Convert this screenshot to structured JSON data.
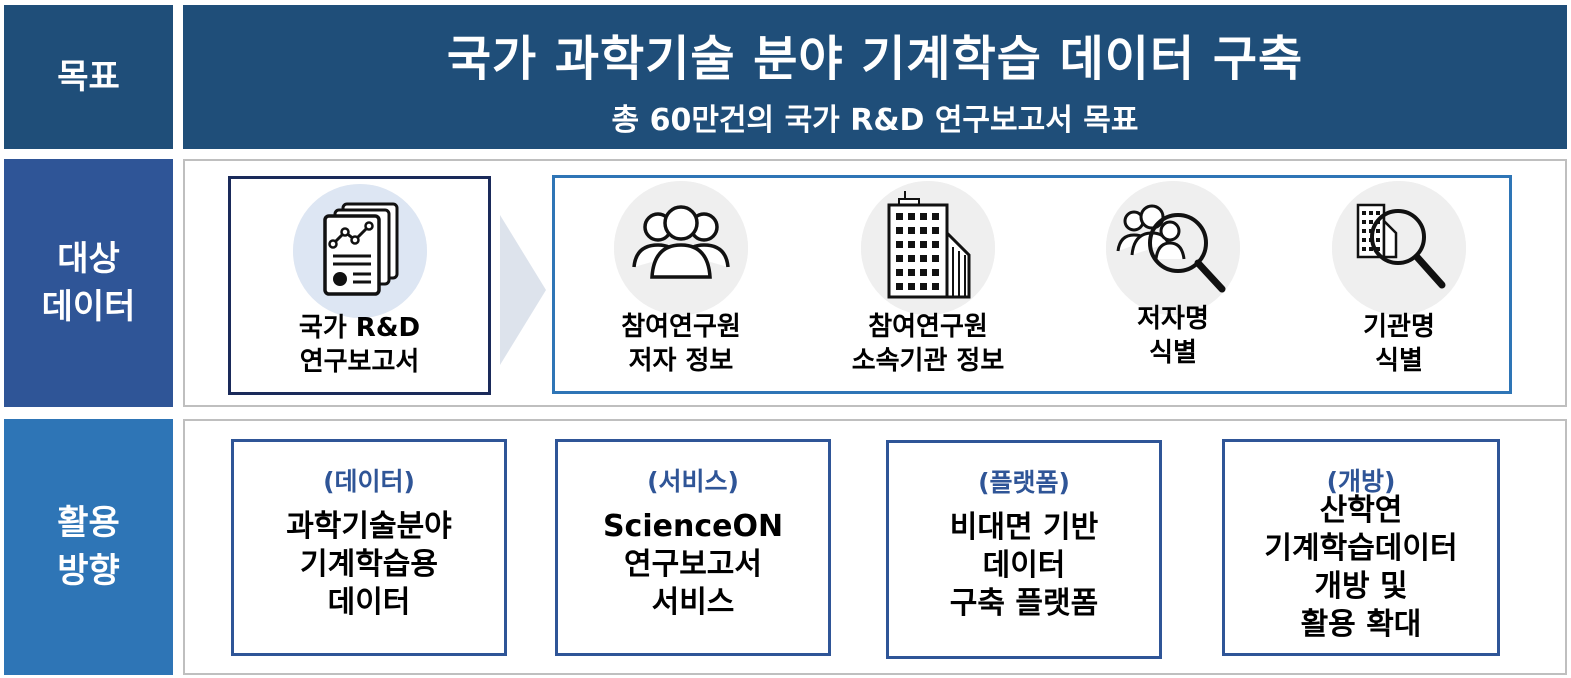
{
  "labels": {
    "goal": "목표",
    "target_line1": "대상",
    "target_line2": "데이터",
    "usage_line1": "활용",
    "usage_line2": "방향"
  },
  "goal": {
    "title": "국가 과학기술 분야 기계학습 데이터 구축",
    "subtitle": "총 60만건의 국가 R&D 연구보고서 목표"
  },
  "target": {
    "source": {
      "line1": "국가 R&D",
      "line2": "연구보고서",
      "icon": "report-chart-icon"
    },
    "items": [
      {
        "line1": "참여연구원",
        "line2": "저자 정보",
        "icon": "people-group-icon"
      },
      {
        "line1": "참여연구원",
        "line2": "소속기관 정보",
        "icon": "building-icon"
      },
      {
        "line1": "저자명",
        "line2": "식별",
        "icon": "people-search-icon"
      },
      {
        "line1": "기관명",
        "line2": "식별",
        "icon": "building-search-icon"
      }
    ]
  },
  "usage": [
    {
      "category": "(데이터)",
      "lines": [
        "과학기술분야",
        "기계학습용",
        "데이터"
      ]
    },
    {
      "category": "(서비스)",
      "lines": [
        "ScienceON",
        "연구보고서",
        "서비스"
      ]
    },
    {
      "category": "(플랫폼)",
      "lines": [
        "비대면 기반",
        "데이터",
        "구축 플랫폼"
      ]
    },
    {
      "category": "(개방)",
      "lines": [
        "산학연",
        "기계학습데이터",
        "개방 및",
        "활용 확대"
      ]
    }
  ],
  "colors": {
    "goal_bg": "#1f4e79",
    "target_label_bg": "#2f5597",
    "usage_label_bg": "#2e75b6",
    "accent_text": "#2f5597"
  }
}
